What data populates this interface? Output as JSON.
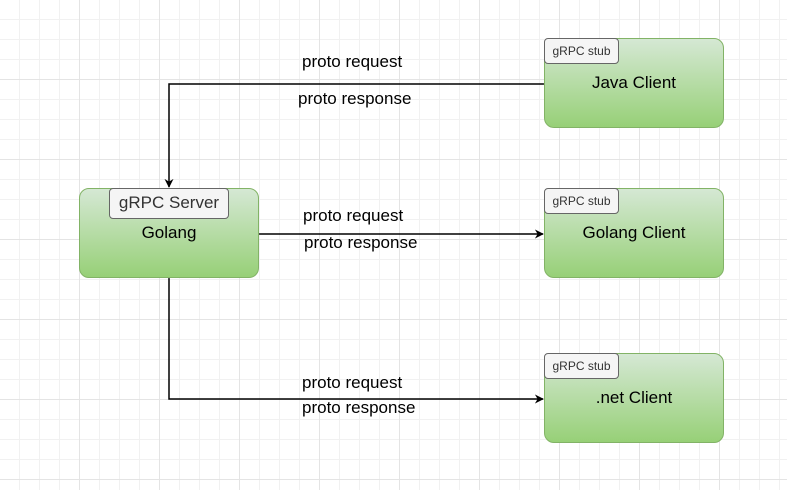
{
  "server": {
    "badge": "gRPC Server",
    "label": "Golang"
  },
  "clients": [
    {
      "badge": "gRPC stub",
      "label": "Java Client"
    },
    {
      "badge": "gRPC stub",
      "label": "Golang Client"
    },
    {
      "badge": "gRPC stub",
      "label": ".net Client"
    }
  ],
  "edges": [
    {
      "request": "proto request",
      "response": "proto response"
    },
    {
      "request": "proto request",
      "response": "proto response"
    },
    {
      "request": "proto request",
      "response": "proto response"
    }
  ],
  "colors": {
    "node_fill_top": "#d5e8d4",
    "node_fill_bottom": "#97d077",
    "node_stroke": "#82b366",
    "badge_fill": "#f5f5f5",
    "badge_stroke": "#666666"
  }
}
